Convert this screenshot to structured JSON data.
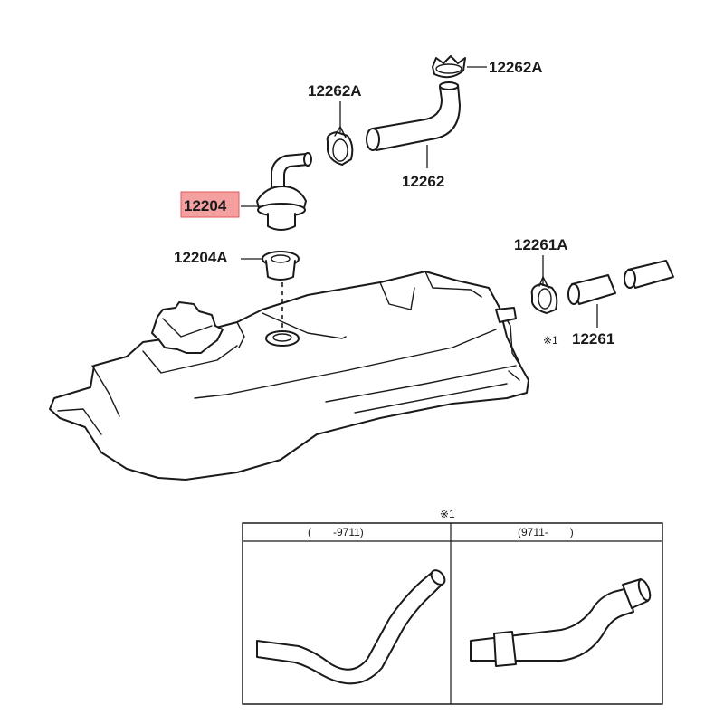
{
  "diagram": {
    "highlight_color": "#f08080",
    "labels": {
      "clamp_top_right": "12262A",
      "clamp_top_left": "12262A",
      "hose_main": "12262",
      "pcv_valve": "12204",
      "grommet": "12204A",
      "clamp_right": "12261A",
      "hose_right": "12261",
      "hose_right_marker": "※1"
    },
    "inset": {
      "title": "※1",
      "left_range": "(　　-9711)",
      "right_range": "(9711-　　)"
    }
  }
}
